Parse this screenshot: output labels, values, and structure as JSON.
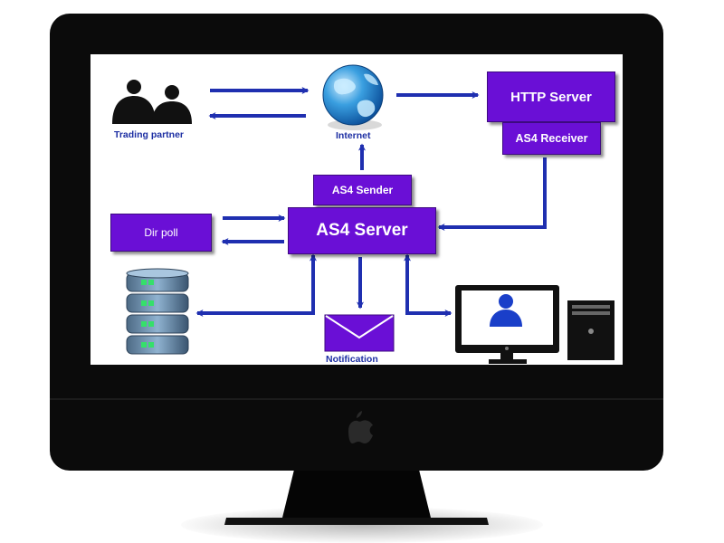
{
  "diagram": {
    "trading_partner": "Trading partner",
    "internet": "Internet",
    "http_server": "HTTP Server",
    "as4_receiver": "AS4 Receiver",
    "as4_sender": "AS4 Sender",
    "as4_server": "AS4 Server",
    "dir_poll": "Dir poll",
    "notification": "Notification"
  },
  "colors": {
    "box_fill": "#6a0fd6",
    "arrow": "#1f2fb0",
    "label": "#1d2fa3",
    "bezel": "#0b0b0b"
  },
  "icons": [
    "people-icon",
    "globe-icon",
    "database-icon",
    "envelope-icon",
    "monitor-user-icon",
    "computer-tower-icon",
    "apple-logo-icon"
  ]
}
